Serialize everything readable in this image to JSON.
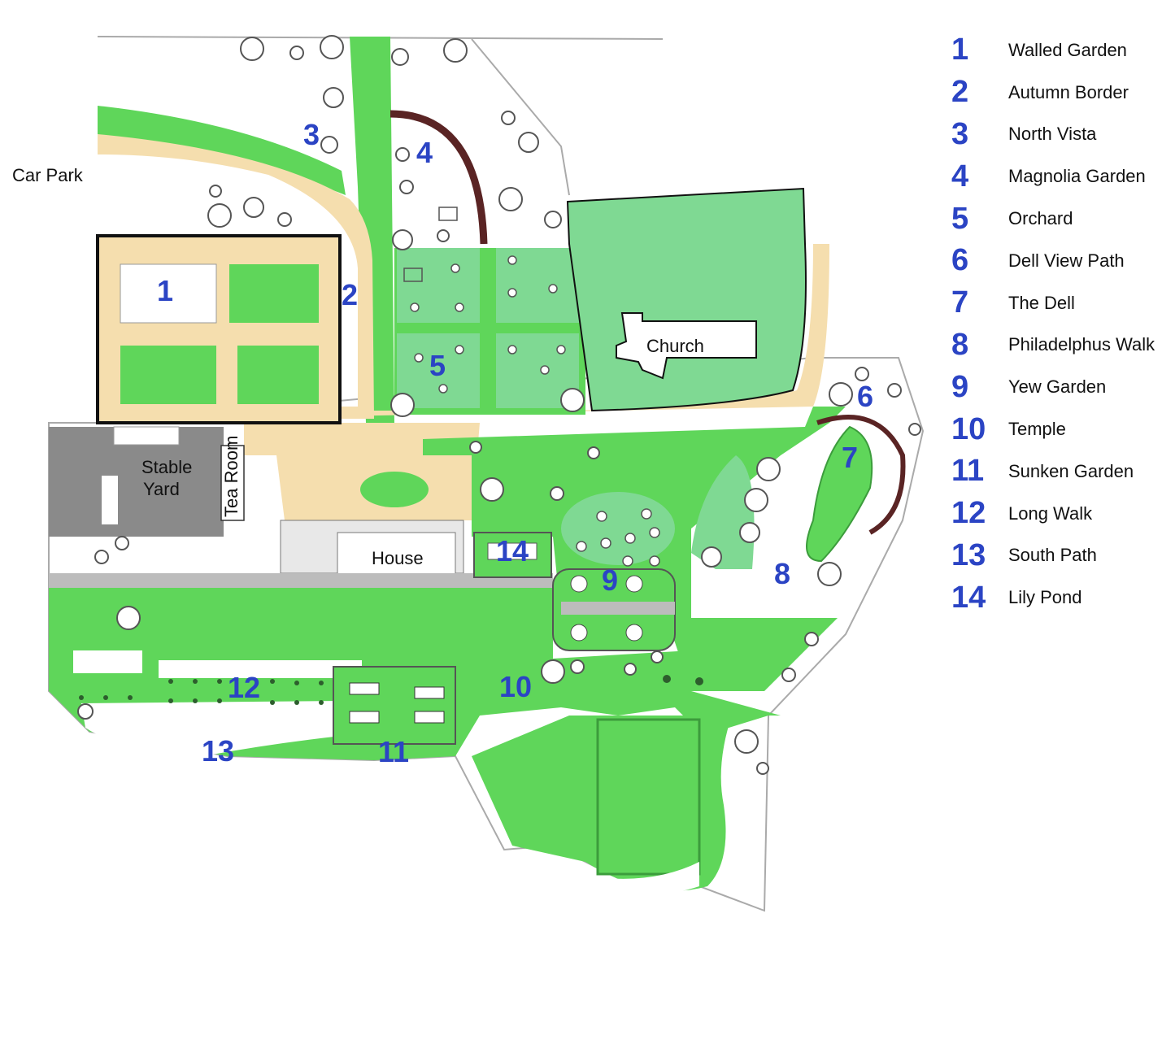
{
  "labels": {
    "car_park": "Car Park",
    "stable": "Stable",
    "yard": "Yard",
    "tea_room": "Tea Room",
    "house": "House",
    "church": "Church"
  },
  "legend": [
    {
      "num": "1",
      "name": "Walled Garden"
    },
    {
      "num": "2",
      "name": "Autumn Border"
    },
    {
      "num": "3",
      "name": "North Vista"
    },
    {
      "num": "4",
      "name": "Magnolia Garden"
    },
    {
      "num": "5",
      "name": "Orchard"
    },
    {
      "num": "6",
      "name": "Dell View Path"
    },
    {
      "num": "7",
      "name": "The Dell"
    },
    {
      "num": "8",
      "name": "Philadelphus Walk"
    },
    {
      "num": "9",
      "name": "Yew Garden"
    },
    {
      "num": "10",
      "name": "Temple"
    },
    {
      "num": "11",
      "name": "Sunken Garden"
    },
    {
      "num": "12",
      "name": "Long Walk"
    },
    {
      "num": "13",
      "name": "South Path"
    },
    {
      "num": "14",
      "name": "Lily Pond"
    }
  ],
  "colors": {
    "lawn": "#5fd65a",
    "light_green": "#7fd993",
    "path": "#f5deae",
    "wall": "#111111",
    "stable": "#8a8a8a",
    "terrace": "#bcbcbc",
    "border": "#5a2424",
    "number": "#2b44c4"
  }
}
